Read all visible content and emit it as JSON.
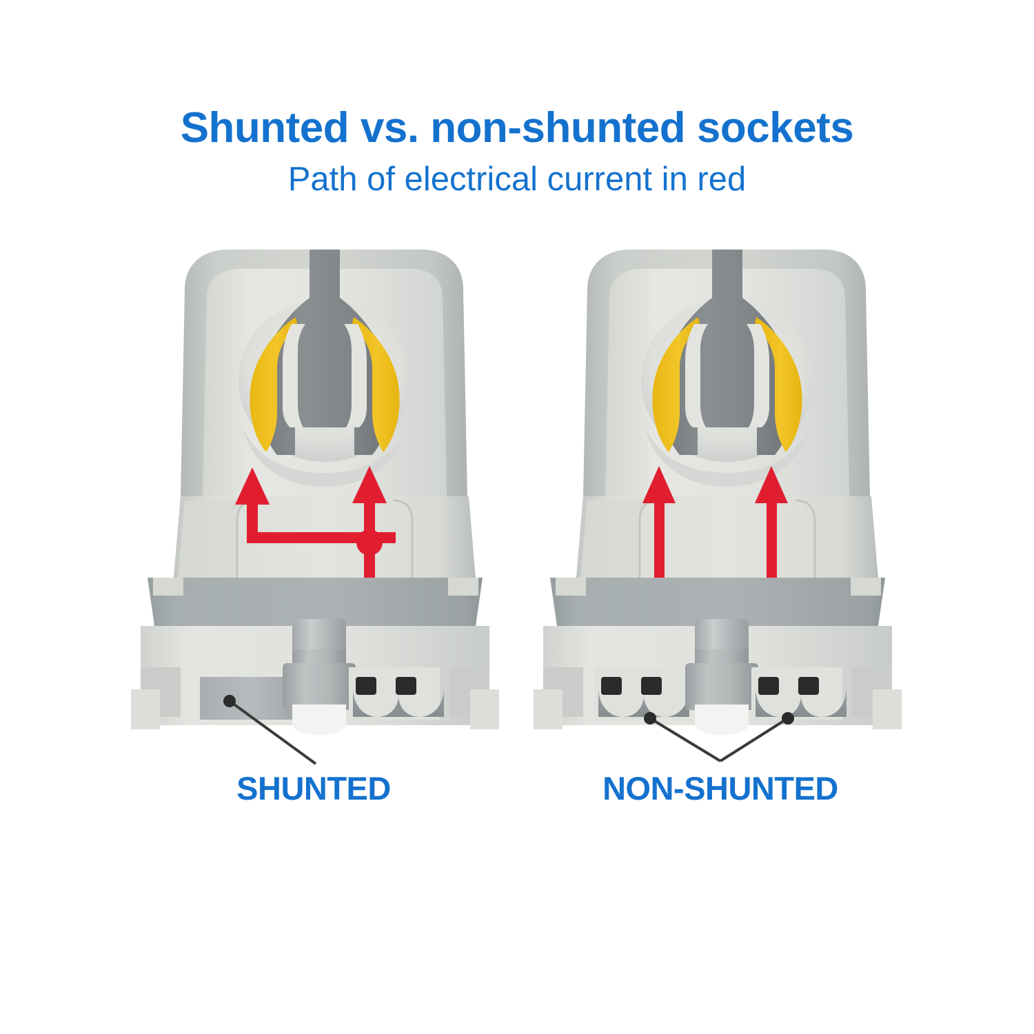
{
  "header": {
    "title": "Shunted vs. non-shunted sockets",
    "subtitle": "Path of electrical current in red"
  },
  "colors": {
    "heading_blue": "#1472CE",
    "current_red": "#E11E30",
    "socket_body": "#DCDDD8",
    "socket_body_light": "#E8E9E5",
    "socket_shadow_gray": "#B8BDBC",
    "base_bar_gray": "#A5ACAE",
    "contact_gray": "#7E8386",
    "contact_yellow": "#EFC01F",
    "terminal_dark": "#2B2B2B",
    "leader_line": "#3A3A3A",
    "background": "#FFFFFF"
  },
  "sockets": [
    {
      "id": "shunted",
      "label": "SHUNTED",
      "type": "shunted",
      "current_path": "two-arrows-joined-by-crossbar-with-junction-dot",
      "terminal_groups": 1,
      "terminal_holes": 2,
      "leader_dots": 1
    },
    {
      "id": "non-shunted",
      "label": "NON-SHUNTED",
      "type": "non-shunted",
      "current_path": "two-independent-parallel-arrows",
      "terminal_groups": 2,
      "terminal_holes": 4,
      "leader_dots": 2
    }
  ],
  "legend": {
    "current_description": "Path of electrical current in red"
  }
}
